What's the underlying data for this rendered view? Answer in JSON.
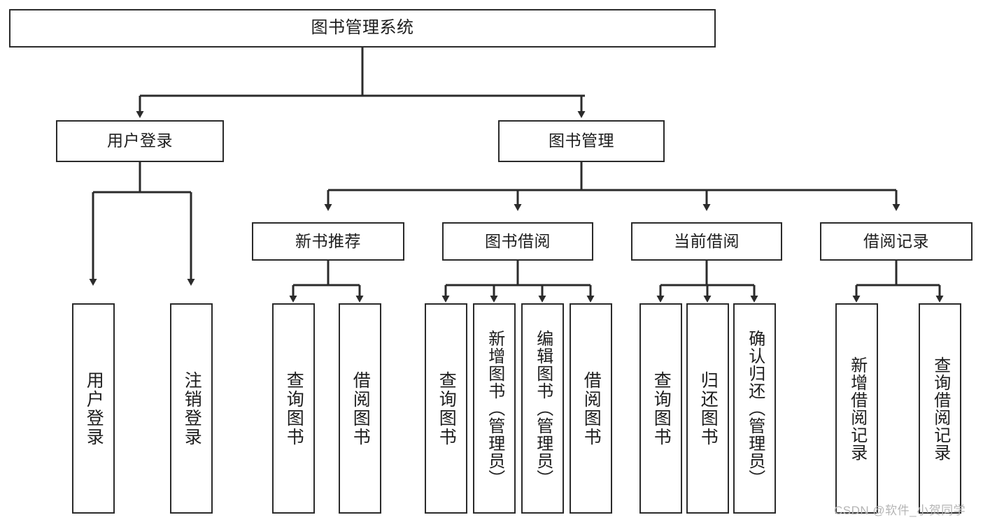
{
  "diagram": {
    "title": "图书管理系统",
    "type": "tree-hierarchy-chart",
    "background": "#ffffff",
    "line_color": "#2b2b2b",
    "text_color": "#1d1d1d"
  },
  "nodes": {
    "root": {
      "label": "图书管理系统"
    },
    "level1": [
      {
        "label": "用户登录"
      },
      {
        "label": "图书管理"
      }
    ],
    "level2": [
      {
        "label": "新书推荐"
      },
      {
        "label": "图书借阅"
      },
      {
        "label": "当前借阅"
      },
      {
        "label": "借阅记录"
      }
    ],
    "leaves": {
      "user_login": [
        {
          "label": "用户登录"
        },
        {
          "label": "注销登录"
        }
      ],
      "new_book": [
        {
          "label": "查询图书"
        },
        {
          "label": "借阅图书"
        }
      ],
      "book_borrow": [
        {
          "label": "查询图书"
        },
        {
          "label": "新增图书（管理员）"
        },
        {
          "label": "编辑图书（管理员）"
        },
        {
          "label": "借阅图书"
        }
      ],
      "current_borrow": [
        {
          "label": "查询图书"
        },
        {
          "label": "归还图书"
        },
        {
          "label": "确认归还（管理员）"
        }
      ],
      "borrow_record": [
        {
          "label": "新增借阅记录"
        },
        {
          "label": "查询借阅记录"
        }
      ]
    }
  },
  "watermark": {
    "text": "CSDN @软件_小贺同学"
  }
}
